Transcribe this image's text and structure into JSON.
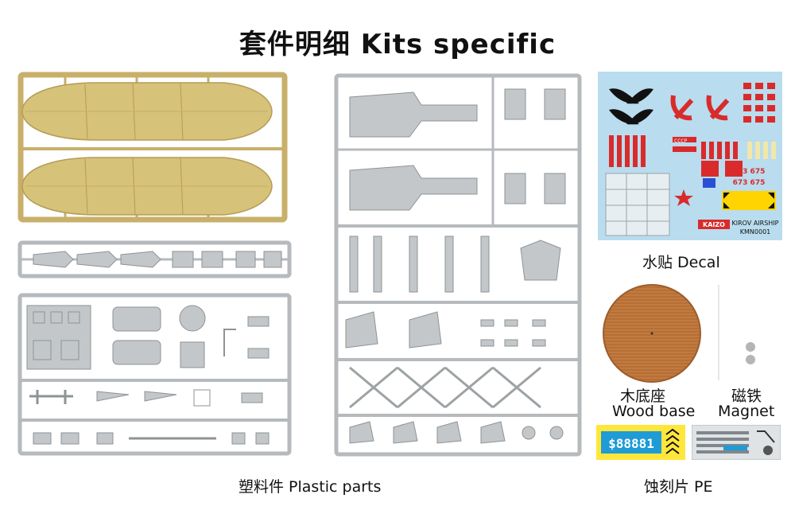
{
  "title": "套件明细  Kits specific",
  "labels": {
    "plastic": "塑料件 Plastic parts",
    "decal": "水贴 Decal",
    "wood_zh": "木底座",
    "wood_en": "Wood base",
    "magnet_zh": "磁铁",
    "magnet_en": "Magnet",
    "pe": "蚀刻片 PE"
  },
  "decal_sheet": {
    "brand": "KAIZO",
    "model_name": "KIROV AIRSHIP",
    "model_code": "KMN0001",
    "number_a": "673 675",
    "number_b": "673 675",
    "cccp": "CCCP"
  },
  "pe_sheet": {
    "price_text": "$88881"
  },
  "colors": {
    "sprue_tan": "#d7c27a",
    "sprue_grey": "#c3c7c9",
    "decal_bg": "#b9dcef",
    "decal_red": "#d92b2b",
    "wood": "#c27a3e",
    "pe_yellow": "#ffe63b"
  }
}
